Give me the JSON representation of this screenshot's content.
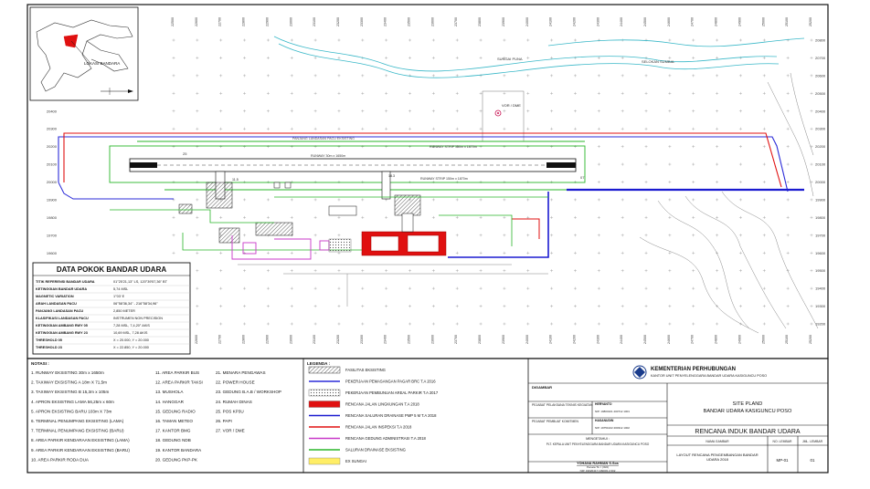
{
  "drawing": {
    "location_map_label": "LOKASI BANDARA",
    "grid_x_labels": [
      "22500",
      "22600",
      "22700",
      "22800",
      "22900",
      "23000",
      "23100",
      "23200",
      "23300",
      "23400",
      "23500",
      "23600",
      "23700",
      "23800",
      "23900",
      "24000",
      "24100",
      "24200",
      "24300",
      "24400",
      "24500",
      "24600",
      "24700",
      "24800",
      "24900",
      "25000",
      "25100",
      "25200"
    ],
    "grid_y_labels": [
      "20800",
      "20700",
      "20600",
      "20500",
      "20400",
      "20300",
      "20200",
      "20100",
      "20000",
      "19900",
      "19800",
      "19700",
      "19600",
      "19500",
      "19400",
      "19300",
      "19200"
    ],
    "annotations": {
      "sungai_puna": "SUNGAI PUNA",
      "selokan_sumbal": "SELOKAN SUMBAL",
      "vor": "VOR / DME",
      "runway_label": "RUNWAY 30m x 1650m",
      "strip_label_1": "RUNWAY STRIP 150m x 1870m",
      "strip_label_2": "RUNWAY STRIP 150m x 1870m",
      "pagar_label": "PANJANG LANDASAN PACU EKSISTING",
      "rwy_end_left": "25",
      "rwy_end_right": "07",
      "taxi_a": "18.3",
      "taxi_b": "11.5"
    }
  },
  "data_pokok": {
    "title": "DATA POKOK BANDAR UDARA",
    "rows": [
      {
        "label": "TITIK REFERENSI BANDAR UDARA",
        "value": "01°25'21,13\" LS, 120°39'57,36\" BT"
      },
      {
        "label": "KETINGGIAN BANDAR UDARA",
        "value": "5,74 MSL"
      },
      {
        "label": "MAGNETIC VARIATION",
        "value": "1°03' E"
      },
      {
        "label": "ARAH LANDASAN PACU",
        "value": "06°58'36,34\" - 216°58'34,96\""
      },
      {
        "label": "PANJANG LANDASAN PACU",
        "value": "2,850 METER"
      },
      {
        "label": "KLASIFIKASI LANDASAN PACU",
        "value": "INSTRUMEN NON PRECISION"
      },
      {
        "label": "KETINGGIAN AMBANG RWY 05",
        "value": "7,28 MSL, 7,4,20° AKIS"
      },
      {
        "label": "KETINGGIAN AMBANG RWY 23",
        "value": "10,69 MSL, 7,28 AKIS"
      },
      {
        "label": "THRESHOLD 05",
        "value": "X = 20.000, Y = 20.000"
      },
      {
        "label": "THRESHOLD 23",
        "value": "X = 22.850, Y = 20.000"
      }
    ]
  },
  "notes": {
    "heading": "NOTASI :",
    "col1": [
      "1.  RUNWAY EKSISTING 30m x 1650m",
      "2.  TAXIWAY EKSISTING A 18m X 71,5m",
      "3.  TAXIWAY EKSISTING B 15,3m x 105m",
      "4.  APRON EKSISTING LAMA 56,25m x 60m",
      "5.  APRON EKSISTING BARU 103m X 73m",
      "6.  TERMINAL PENUMPANG EKSISTING (LAMA)",
      "7.  TERMINAL PENUMPANG EKSISTING (BARU)",
      "8.  AREA PARKIR KENDARAAN EKSISTING (LAMA)",
      "9.  AREA PARKIR KENDARAAN EKSISTING (BARU)",
      "10. AREA PARKIR RODA DUA"
    ],
    "col2": [
      "11. AREA PARKIR BUS",
      "12. AREA PARKIR TAKSI",
      "13. MUSHOLA",
      "14. HANGGAR",
      "15. GEDUNG RADIO",
      "16. TAMAN METEO",
      "17. KANTOR BMG",
      "18. GEDUNG NDB",
      "19. KANTOR BANDARA",
      "20. GEDUNG PKP-PK"
    ],
    "col3": [
      "21. MENARA PENGAWAS",
      "22. POWER HOUSE",
      "23. GEDUNG B.A.B / WORKSHOP",
      "24. RUMAH DINAS",
      "25. POS KP3U",
      "26. PAPI",
      "27. VOR / DME"
    ]
  },
  "legend": {
    "heading": "LEGENDA :",
    "items": [
      {
        "label": "FASILITAS EKSISTING",
        "swatch": "hatch",
        "color": "#333333"
      },
      {
        "label": "PEKERJAAN PEMASANGAN PAGAR BRC T.A 2016",
        "swatch": "line",
        "color": "#2b2bd8"
      },
      {
        "label": "PEKERJAAN PEMBUNUAN AREAL PARKIR T.A 2017",
        "swatch": "dots",
        "color": "#555555"
      },
      {
        "label": "RENCANA JALAN LINGKUNGAN T.A 2018",
        "swatch": "fill",
        "color": "#e01010"
      },
      {
        "label": "RENCANA SALURAN DRAINASE PMP 5 M T.A 2018",
        "swatch": "line",
        "color": "#1a1ad0"
      },
      {
        "label": "RENCANA JALAN INSPEKSI T.A 2018",
        "swatch": "line",
        "color": "#e01010"
      },
      {
        "label": "RENCANA GEDUNG ADMINISTRASI T.A 2018",
        "swatch": "line",
        "color": "#c838c8"
      },
      {
        "label": "SALURAN DRAINASE EKSISTING",
        "swatch": "line",
        "color": "#2ab52a"
      },
      {
        "label": "EX SUNGAI",
        "swatch": "fill",
        "color": "#ffee66"
      }
    ]
  },
  "title_block": {
    "ministry": "KEMENTERIAN PERHUBUNGAN",
    "unit": "KANTOR UNIT PENYELENGGARA BANDAR UDARA KASIGUNCU POSO",
    "digambar": "DIGAMBAR",
    "pejabat_1": "PEJABAT PELAKSANA TEKNIS KEGIATAN",
    "pejabat_1_name": "HERYANTO",
    "pejabat_1_nip": "NIP. 19800101 200712 1001",
    "pejabat_2": "PEJABAT PEMBUAT KOMITMEN",
    "pejabat_2_name": "HASANUDIN",
    "pejabat_2_nip": "NIP. 19751022 200312 1002",
    "mengetahui": "MENGETAHUI :",
    "mengetahui_role": "PLT. KEPALA UNIT PENYELENGGARA BANDAR UDARA KASIGUNCU POSO",
    "signer_name": "YOHANA RAHMAN S.Sos",
    "signer_rank": "Penata Tk. I (III/d)",
    "signer_nip": "NIP. 19620417 199003 2 002",
    "site_title_1": "SITE PLAND",
    "site_title_2": "BANDAR UDARA KASIGUNCU POSO",
    "project_title": "RENCANA INDUK BANDAR UDARA",
    "col_nama": "NAMA GAMBAR",
    "col_no": "NO. LEMBAR",
    "col_jml": "JML. LEMBAR",
    "nama_gambar": "LAYOUT RENCANA PENGEMBANGAN BANDAR UDARA 2018",
    "no_lembar": "MP-01",
    "jml_lembar": "01"
  }
}
